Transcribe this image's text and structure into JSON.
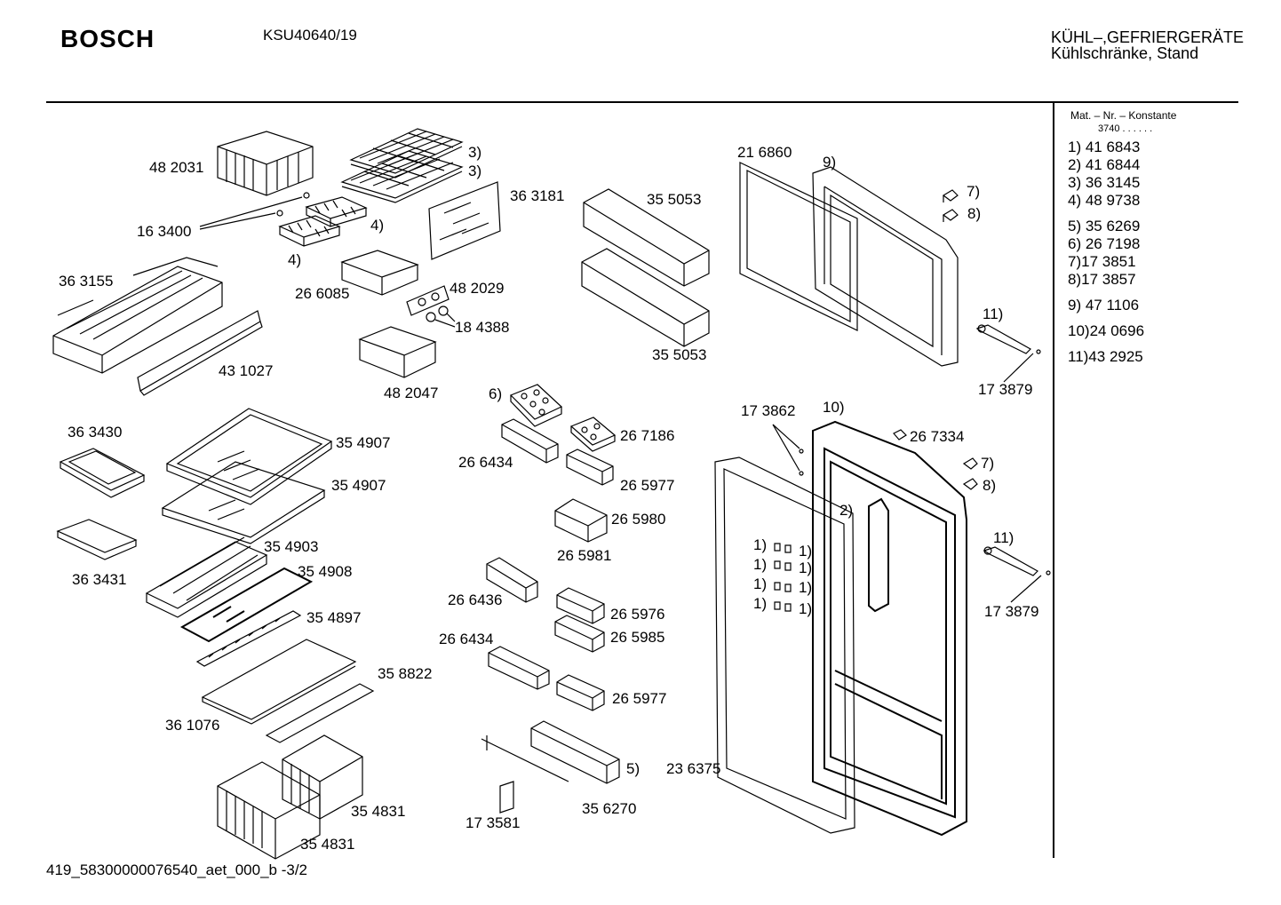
{
  "header": {
    "brand": "BOSCH",
    "model": "KSU40640/19",
    "category_line1": "KÜHL–,GEFRIERGERÄTE",
    "category_line2": "Kühlschränke, Stand"
  },
  "footer": "419_58300000076540_aet_000_b -3/2",
  "legend": {
    "heading": "Mat. – Nr. – Konstante",
    "constant": "3740 . . . . . .",
    "items": [
      "1) 41 6843",
      "2) 41 6844",
      "3) 36 3145",
      "4) 48 9738",
      "5) 35 6269",
      "6) 26 7198",
      "7)17 3851",
      "8)17 3857",
      "9) 47 1106",
      "10)24 0696",
      "11)43 2925"
    ]
  },
  "callouts": {
    "p482031": "48 2031",
    "p163400": "16 3400",
    "p3a": "3)",
    "p3b": "3)",
    "p4a": "4)",
    "p4b": "4)",
    "p363181": "36 3181",
    "p363155": "36 3155",
    "p266085": "26 6085",
    "p482029": "48 2029",
    "p184388": "18 4388",
    "p431027": "43 1027",
    "p482047": "48 2047",
    "p355053a": "35 5053",
    "p355053b": "35 5053",
    "p216860": "21 6860",
    "p9": "9)",
    "p7a": "7)",
    "p8a": "8)",
    "p11a": "11)",
    "p173879a": "17 3879",
    "p363430": "36 3430",
    "p354907a": "35 4907",
    "p354907b": "35 4907",
    "p363431": "36 3431",
    "p354903": "35 4903",
    "p354908": "35 4908",
    "p354897": "35 4897",
    "p358822": "35 8822",
    "p361076": "36 1076",
    "p354831a": "35 4831",
    "p354831b": "35 4831",
    "p6": "6)",
    "p267186": "26 7186",
    "p266434a": "26 6434",
    "p265977a": "26 5977",
    "p265980": "26 5980",
    "p265981": "26 5981",
    "p266436": "26 6436",
    "p265976": "26 5976",
    "p266434b": "26 6434",
    "p265985": "26 5985",
    "p265977b": "26 5977",
    "p5": "5)",
    "p356270": "35 6270",
    "p173581": "17 3581",
    "p236375": "23 6375",
    "p173862": "17 3862",
    "p10": "10)",
    "p267334": "26 7334",
    "p7b": "7)",
    "p8b": "8)",
    "p2": "2)",
    "p1l1": "1)",
    "p1l2": "1)",
    "p1l3": "1)",
    "p1l4": "1)",
    "p1r1": "1)",
    "p1r2": "1)",
    "p1r3": "1)",
    "p1r4": "1)",
    "p11b": "11)",
    "p173879b": "17 3879"
  }
}
